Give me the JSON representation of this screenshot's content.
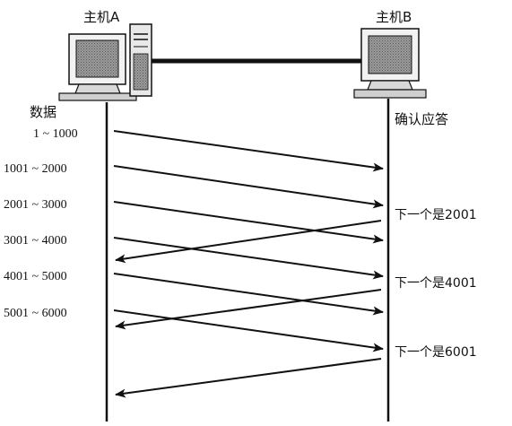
{
  "hosts": {
    "a": {
      "name": "主机A"
    },
    "b": {
      "name": "主机B"
    }
  },
  "labels": {
    "data_side": "数据",
    "ack_side": "确认应答"
  },
  "segments": [
    {
      "range": "1 ~ 1000"
    },
    {
      "range": "1001 ~ 2000"
    },
    {
      "range": "2001 ~ 3000"
    },
    {
      "range": "3001 ~ 4000"
    },
    {
      "range": "4001 ~ 5000"
    },
    {
      "range": "5001 ~ 6000"
    }
  ],
  "acks": [
    {
      "text": "下一个是2001"
    },
    {
      "text": "下一个是4001"
    },
    {
      "text": "下一个是6001"
    }
  ],
  "colors": {
    "line": "#111111",
    "screen": "#8a8a8a",
    "case": "#e8e8e8"
  }
}
